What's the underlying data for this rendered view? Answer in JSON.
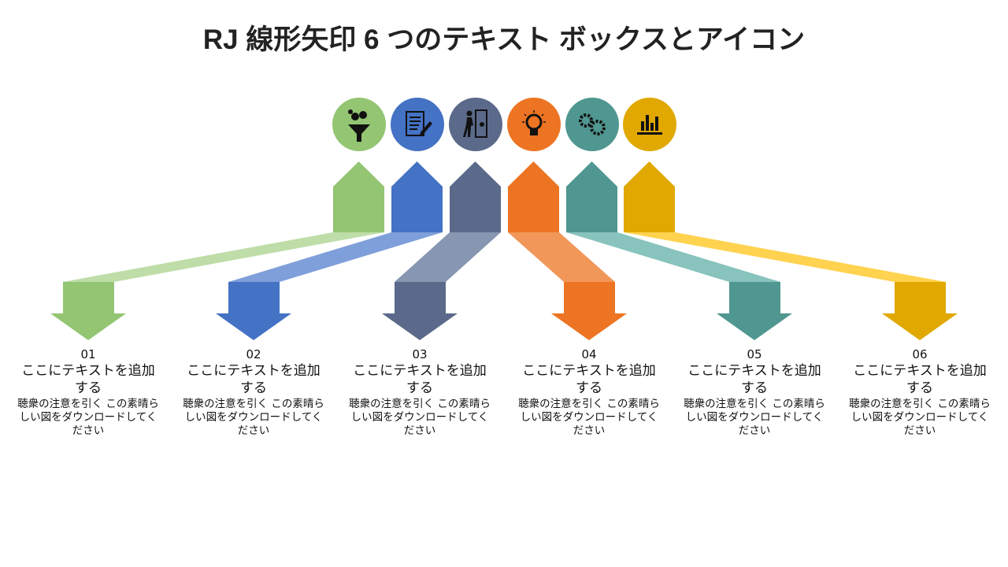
{
  "title": "RJ 線形矢印 6 つのテキスト ボックスとアイコン",
  "items": [
    {
      "num": "01",
      "heading": "ここにテキストを追加する",
      "body": "聴衆の注意を引く この素晴らしい図をダウンロードしてください",
      "icon": "funnel-money-icon",
      "color": "#93c572",
      "light": "#bedda8"
    },
    {
      "num": "02",
      "heading": "ここにテキストを追加する",
      "body": "聴衆の注意を引く この素晴らしい図をダウンロードしてください",
      "icon": "document-pen-icon",
      "color": "#4472c4",
      "light": "#7f9fda"
    },
    {
      "num": "03",
      "heading": "ここにテキストを追加する",
      "body": "聴衆の注意を引く この素晴らしい図をダウンロードしてください",
      "icon": "person-presentation-icon",
      "color": "#5b6a8a",
      "light": "#8796b1"
    },
    {
      "num": "04",
      "heading": "ここにテキストを追加する",
      "body": "聴衆の注意を引く この素晴らしい図をダウンロードしてください",
      "icon": "lightbulb-icon",
      "color": "#ed7422",
      "light": "#f19759"
    },
    {
      "num": "05",
      "heading": "ここにテキストを追加する",
      "body": "聴衆の注意を引く この素晴らしい図をダウンロードしてください",
      "icon": "gears-icon",
      "color": "#4f9790",
      "light": "#88c3bd"
    },
    {
      "num": "06",
      "heading": "ここにテキストを追加する",
      "body": "聴衆の注意を引く この素晴らしい図をダウンロードしてください",
      "icon": "bar-chart-icon",
      "color": "#e0a800",
      "light": "#ffd24f"
    }
  ]
}
